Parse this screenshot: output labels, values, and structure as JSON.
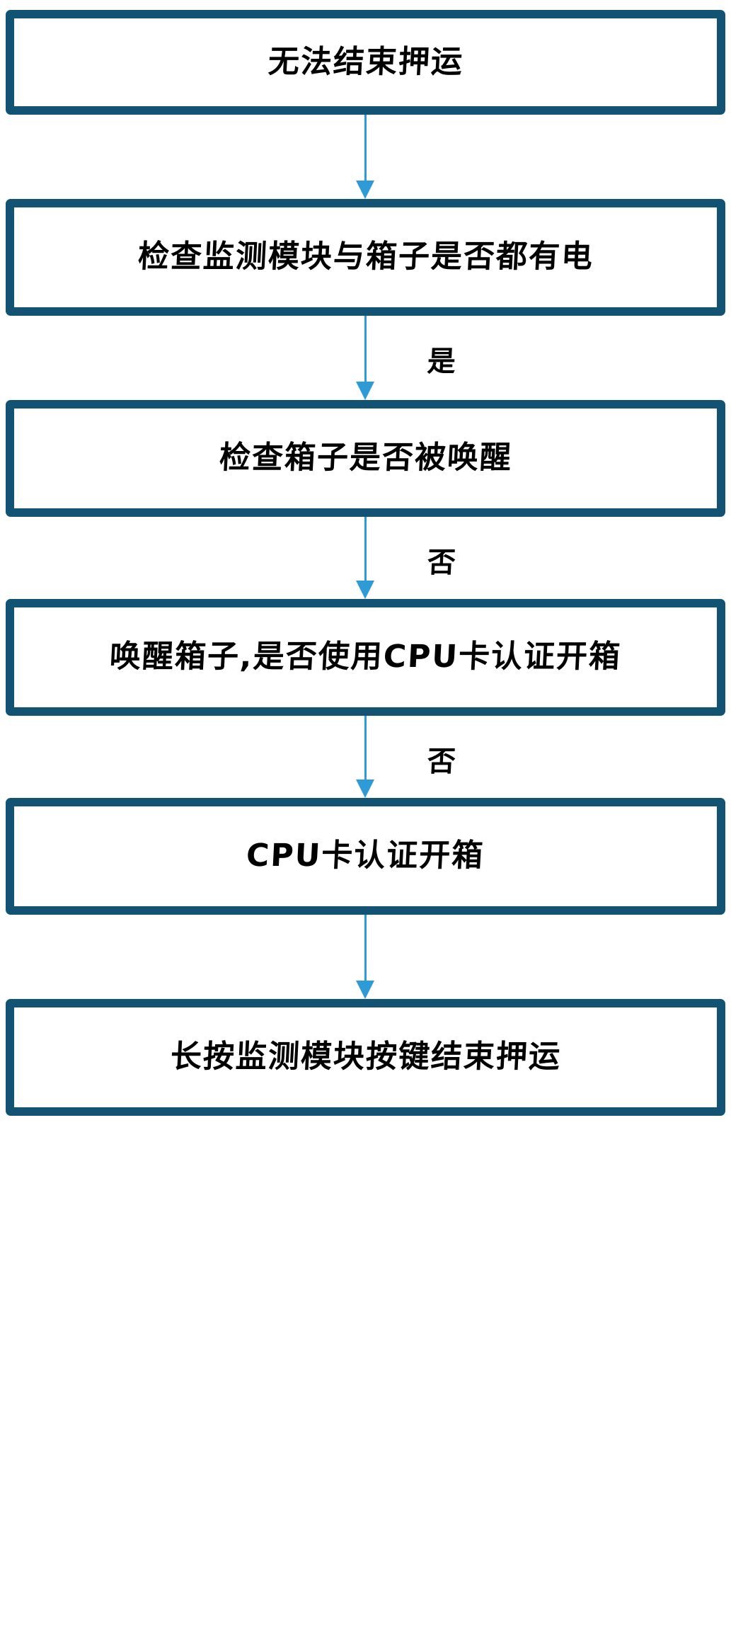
{
  "diagram": {
    "type": "flowchart",
    "orientation": "vertical",
    "colors": {
      "node_border": "#125272",
      "node_fill": "#ffffff",
      "connector": "#2E9BD6",
      "text": "#000000",
      "background": "#ffffff"
    },
    "nodes": [
      {
        "id": "n0",
        "label": "无法结束押运"
      },
      {
        "id": "n1",
        "label": "检查监测模块与箱子是否都有电"
      },
      {
        "id": "n2",
        "label": "检查箱子是否被唤醒"
      },
      {
        "id": "n3",
        "label": "唤醒箱子,是否使用CPU卡认证开箱"
      },
      {
        "id": "n4",
        "label": "CPU卡认证开箱"
      },
      {
        "id": "n5",
        "label": "长按监测模块按键结束押运"
      }
    ],
    "edges": [
      {
        "id": "e0",
        "from": "n0",
        "to": "n1",
        "label": ""
      },
      {
        "id": "e1",
        "from": "n1",
        "to": "n2",
        "label": "是"
      },
      {
        "id": "e2",
        "from": "n2",
        "to": "n3",
        "label": "否"
      },
      {
        "id": "e3",
        "from": "n3",
        "to": "n4",
        "label": "否"
      },
      {
        "id": "e4",
        "from": "n4",
        "to": "n5",
        "label": ""
      }
    ]
  }
}
